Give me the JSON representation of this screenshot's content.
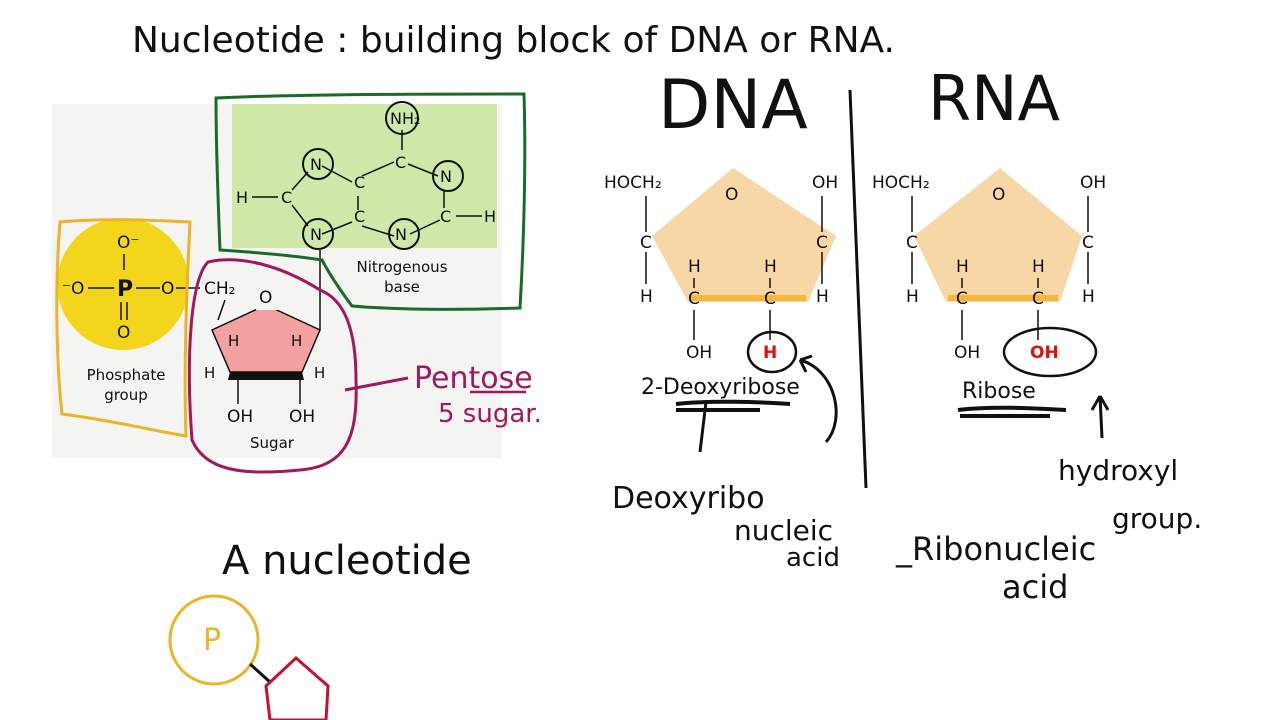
{
  "title": "Nucleotide : building block of DNA or RNA.",
  "nucleotide_figure": {
    "phosphate": {
      "label_line1": "Phosphate",
      "label_line2": "group",
      "atom_P": "P",
      "atom_O": "O",
      "o_minus": "O⁻",
      "neg_o": "⁻O"
    },
    "sugar": {
      "label": "Sugar",
      "ch2": "CH₂",
      "o": "O",
      "h": "H",
      "oh": "OH"
    },
    "base": {
      "label_line1": "Nitrogenous",
      "label_line2": "base",
      "nh2": "NH₂",
      "n": "N",
      "c": "C",
      "h": "H"
    }
  },
  "pentose_note": {
    "line1": "Pentose",
    "line2": "5  sugar."
  },
  "nucleotide_sketch": {
    "title": "A nucleotide",
    "phosphate": "P"
  },
  "dna": {
    "heading": "DNA",
    "hoch2": "HOCH₂",
    "oh": "OH",
    "o": "O",
    "c": "C",
    "h": "H",
    "special": "H",
    "sugar_name": "2-Deoxyribose",
    "full_line1": "Deoxyribo",
    "full_line2": "nucleic",
    "full_line3": "acid"
  },
  "rna": {
    "heading": "RNA",
    "hoch2": "HOCH₂",
    "oh": "OH",
    "o": "O",
    "c": "C",
    "h": "H",
    "special": "OH",
    "sugar_name": "Ribose",
    "full_line1": "_Ribonucleic",
    "full_line2": "acid",
    "hydroxyl_line1": "hydroxyl",
    "hydroxyl_line2": "group."
  },
  "colors": {
    "phosphate_yellow": "#f3d51c",
    "sugar_pink": "#f2a0a0",
    "base_green": "#cfe8a8",
    "ribose_fill": "#f8d7a6",
    "ink": "#111111",
    "marker_yellow": "#eab52a",
    "marker_magenta": "#a3175f",
    "marker_green": "#1a6b2a",
    "red": "#e01010"
  }
}
